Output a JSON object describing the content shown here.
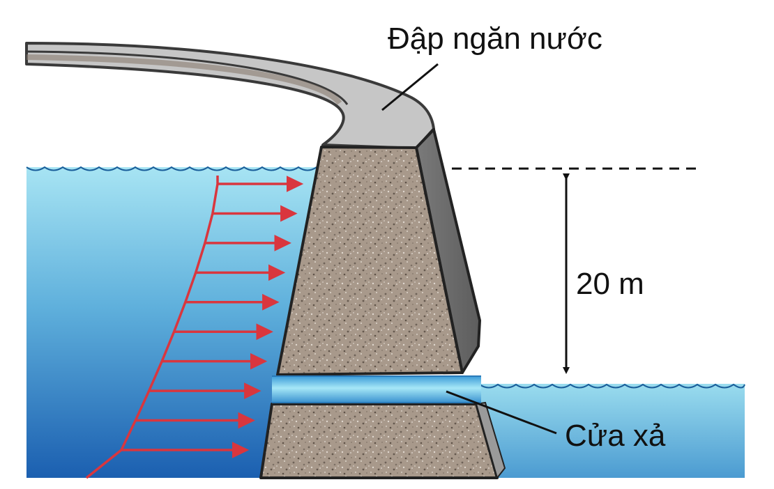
{
  "labels": {
    "dam": "Đập ngăn nước",
    "height": "20 m",
    "outlet": "Cửa xả"
  },
  "colors": {
    "water_light": "#9fdff0",
    "water_dark": "#1d63b4",
    "dam_concrete": "#a9998a",
    "dam_top": "#bcbcbc",
    "pressure_arrow": "#d9363e",
    "wave_line": "#1a5e9a"
  },
  "pressure_arrows": {
    "count": 10
  }
}
